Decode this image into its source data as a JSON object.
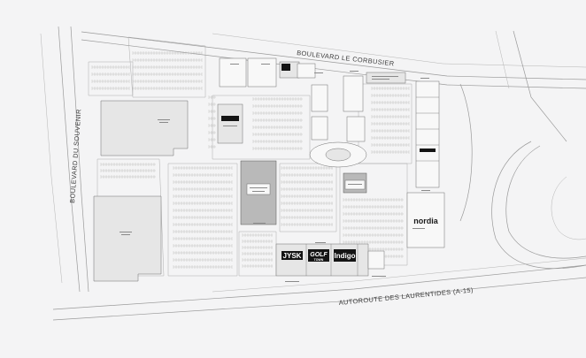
{
  "roads": {
    "north": "BOULEVARD LE CORBUSIER",
    "west": "BOULEVARD DU SOUVENIR",
    "south": "AUTOROUTE DES LAURENTIDES (A-15)"
  },
  "stores": {
    "jysk": "JYSK",
    "golf": "GOLF",
    "golf_sub": "TOWN",
    "indigo": "Indigo",
    "nordia": "nordia"
  },
  "colors": {
    "background": "#f4f4f5",
    "building_fill": "#e6e6e6",
    "anchor_fill": "#b9b9b9",
    "logo": "#141414"
  },
  "map_type": "shopping centre site plan"
}
